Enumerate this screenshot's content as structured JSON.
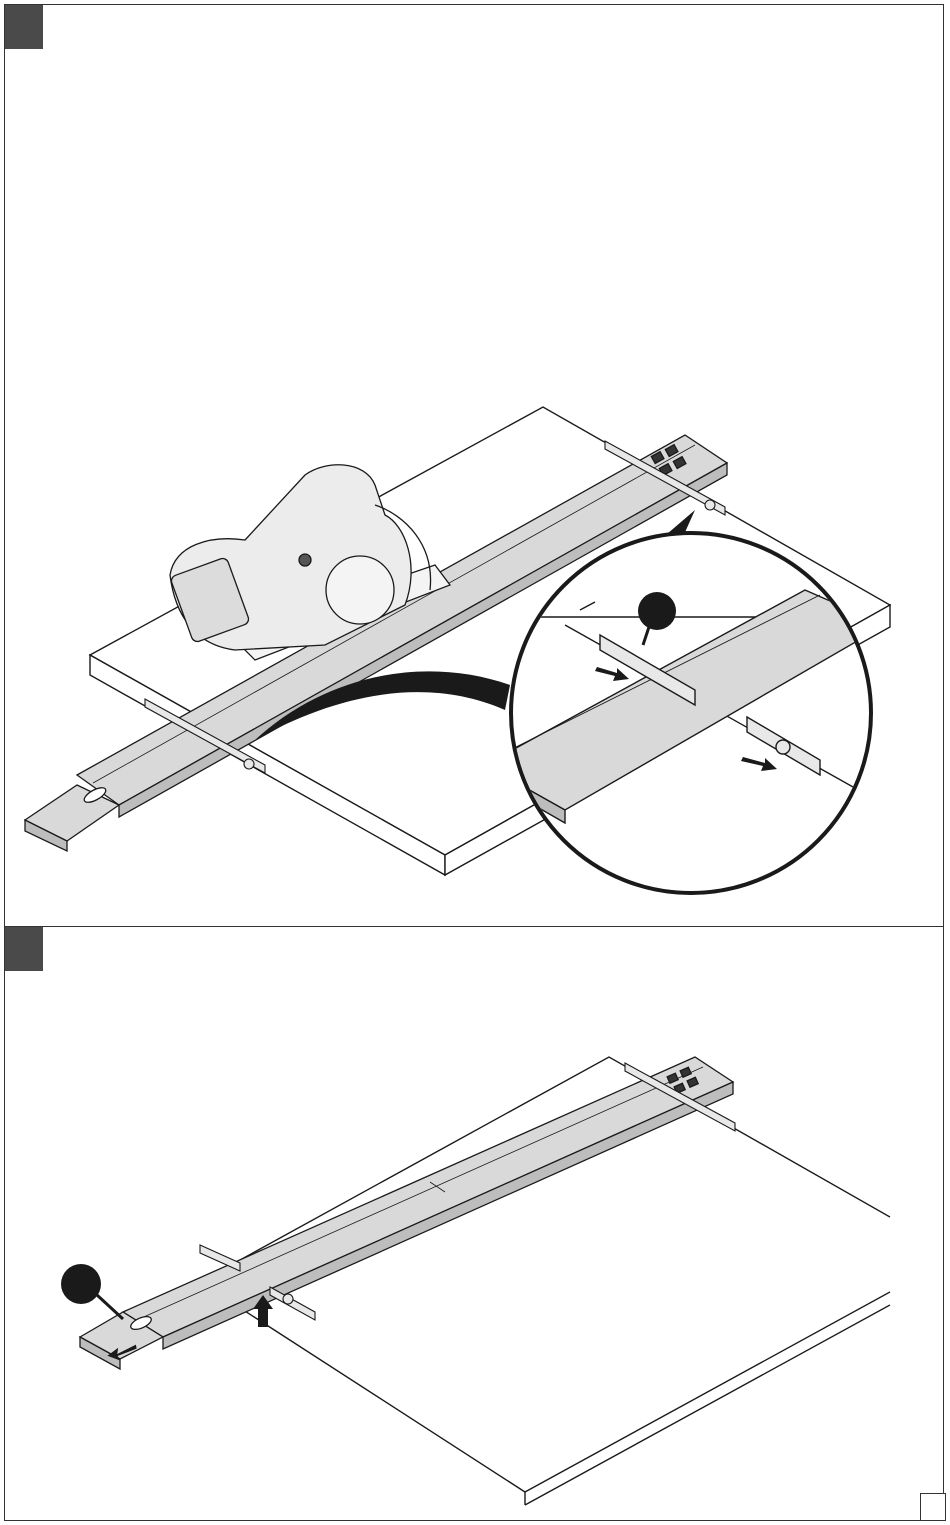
{
  "colors": {
    "line": "#1a1a1a",
    "rail_fill": "#d9d9d9",
    "rail_dark": "#bdbdbd",
    "marker": "#4a4a4a",
    "callout": "#1a1a1a"
  },
  "icons": {
    "top_step": "step-marker-square",
    "bottom_step": "step-marker-square",
    "callout_dot": "filled-circle-callout",
    "arrow": "direction-arrow"
  }
}
